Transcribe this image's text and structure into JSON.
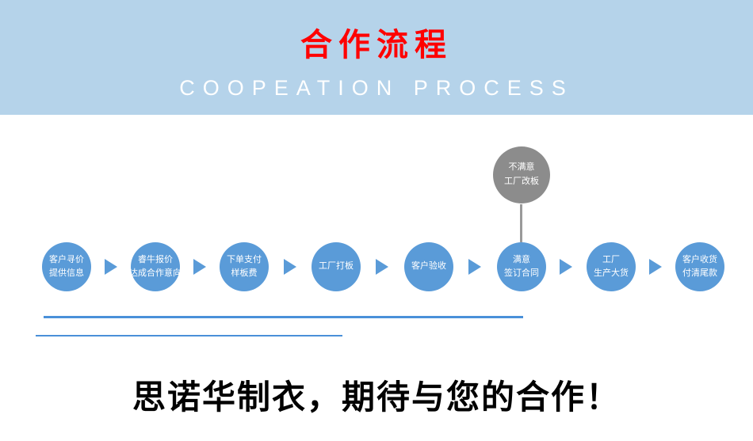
{
  "banner": {
    "title": "合作流程",
    "subtitle": "COOPEATION PROCESS",
    "bg_color": "#b5d3ea",
    "title_color": "#ff0000",
    "subtitle_color": "#ffffff"
  },
  "flow": {
    "circle_color": "#5a9bd8",
    "alt_circle_color": "#8c8c8c",
    "steps": [
      {
        "line1": "客户寻价",
        "line2": "提供信息"
      },
      {
        "line1": "睿牛报价",
        "line2": "达成合作意向"
      },
      {
        "line1": "下单支付",
        "line2": "样板费"
      },
      {
        "line1": "工厂打板",
        "line2": ""
      },
      {
        "line1": "客户验收",
        "line2": ""
      },
      {
        "line1": "满意",
        "line2": "签订合同"
      },
      {
        "line1": "工厂",
        "line2": "生产大货"
      },
      {
        "line1": "客户收货",
        "line2": "付清尾款"
      }
    ],
    "alt_step": {
      "line1": "不满意",
      "line2": "工厂改板"
    }
  },
  "footer": {
    "slogan": "思诺华制衣，期待与您的合作！"
  }
}
